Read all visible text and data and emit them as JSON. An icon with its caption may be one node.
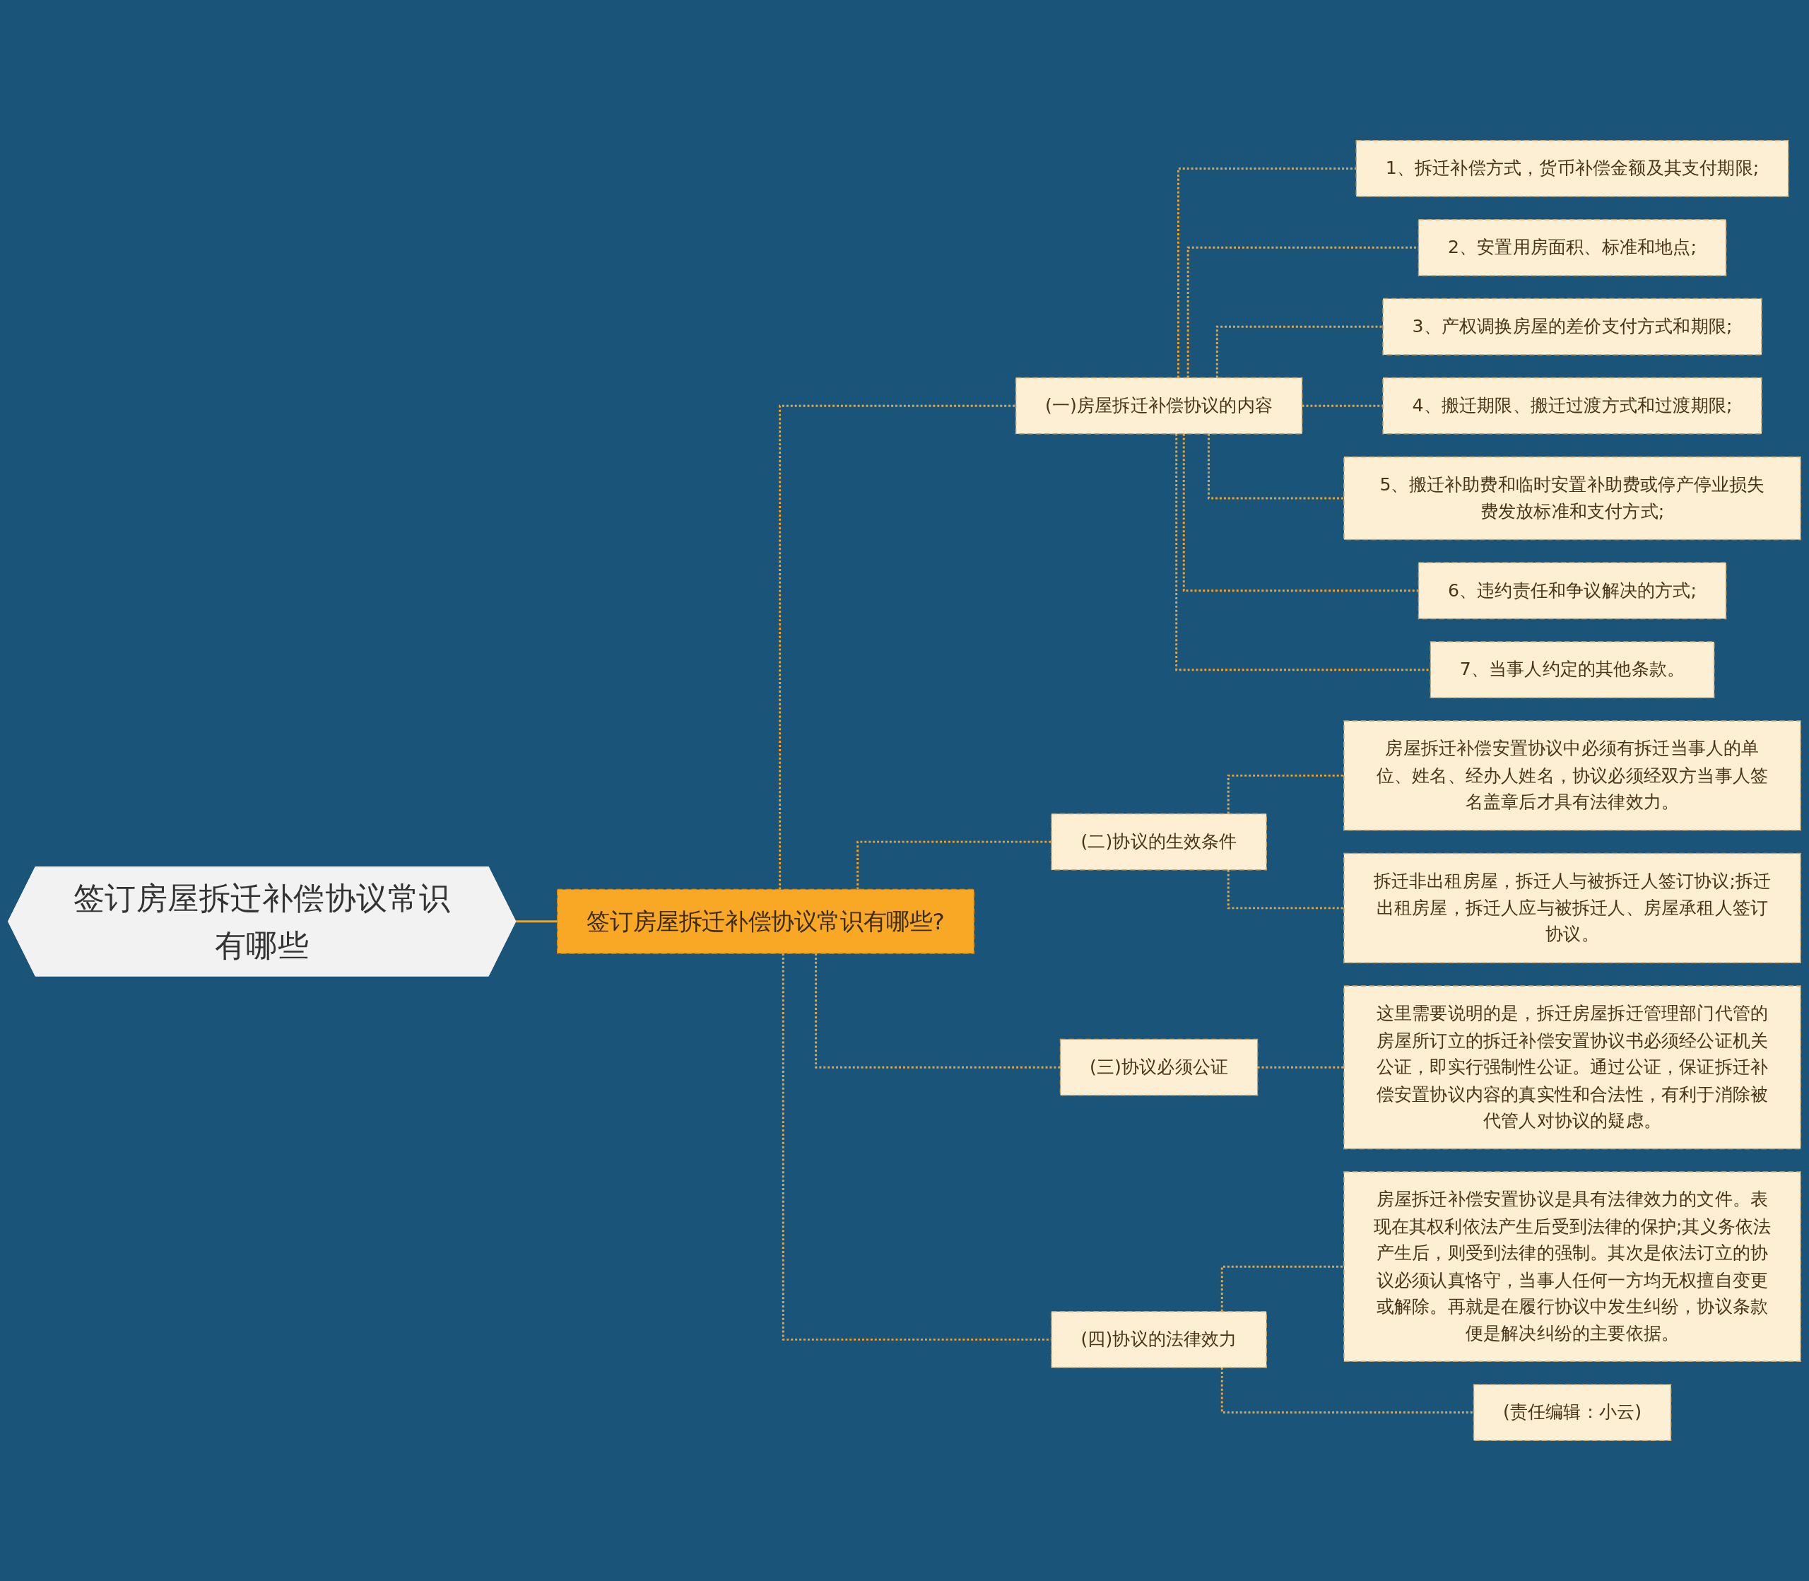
{
  "diagram": {
    "nodes": [
      {
        "text": [
          "签订房屋拆迁补偿协议常识有哪些"
        ]
      },
      {
        "text": [
          "签订房屋拆迁补偿协议常识有哪些?"
        ]
      },
      {
        "text": [
          "(一)房屋拆迁补偿协议的内容"
        ]
      },
      {
        "text": [
          "1、拆迁补偿方式，货币补偿金额及其支付期限;"
        ]
      },
      {
        "text": [
          "2、安置用房面积、标准和地点;"
        ]
      },
      {
        "text": [
          "3、产权调换房屋的差价支付方式和期限;"
        ]
      },
      {
        "text": [
          "4、搬迁期限、搬迁过渡方式和过渡期限;"
        ]
      },
      {
        "text": [
          "5、搬迁补助费和临时安置补助费或停产停业损失费发放标准和支付方式;"
        ]
      },
      {
        "text": [
          "6、违约责任和争议解决的方式;"
        ]
      },
      {
        "text": [
          "7、当事人约定的其他条款。"
        ]
      },
      {
        "text": [
          "(二)协议的生效条件"
        ]
      },
      {
        "text": [
          "房屋拆迁补偿安置协议中必须有拆迁当事人的单位、姓名、经办人姓名，协议必须经双方当事人签名盖章后才具有法律效力。"
        ]
      },
      {
        "text": [
          "拆迁非出租房屋，拆迁人与被拆迁人签订协议;拆迁出租房屋，拆迁人应与被拆迁人、房屋承租人签订协议。"
        ]
      },
      {
        "text": [
          "(三)协议必须公证"
        ]
      },
      {
        "text": [
          "这里需要说明的是，拆迁房屋拆迁管理部门代管的房屋所订立的拆迁补偿安置协议书必须经公证机关公证，即实行强制性公证。通过公证，保证拆迁补偿安置协议内容的真实性和合法性，有利于消除被代管人对协议的疑虑。"
        ]
      },
      {
        "text": [
          "(四)协议的法律效力"
        ]
      },
      {
        "text": [
          "房屋拆迁补偿安置协议是具有法律效力的文件。表现在其权利依法产生后受到法律的保护;其义务依法产生后，则受到法律的强制。其次是依法订立的协议必须认真恪守，当事人任何一方均无权擅自变更或解除。再就是在履行协议中发生纠纷，协议条款便是解决纠纷的主要依据。"
        ]
      },
      {
        "text": [
          "(责任编辑：小云)"
        ]
      }
    ],
    "edges": [
      {
        "from": 0,
        "to": 1,
        "arrow": "none"
      },
      {
        "from": 1,
        "to": 2,
        "arrow": "none",
        "style": "dashed"
      },
      {
        "from": 2,
        "to": 3,
        "arrow": "none",
        "style": "dashed"
      },
      {
        "from": 2,
        "to": 4,
        "arrow": "none",
        "style": "dashed"
      },
      {
        "from": 2,
        "to": 5,
        "arrow": "none",
        "style": "dashed"
      },
      {
        "from": 2,
        "to": 6,
        "arrow": "none",
        "style": "dashed"
      },
      {
        "from": 2,
        "to": 7,
        "arrow": "none",
        "style": "dashed"
      },
      {
        "from": 2,
        "to": 8,
        "arrow": "none",
        "style": "dashed"
      },
      {
        "from": 2,
        "to": 9,
        "arrow": "none",
        "style": "dashed"
      },
      {
        "from": 1,
        "to": 10,
        "arrow": "none",
        "style": "dashed"
      },
      {
        "from": 10,
        "to": 11,
        "arrow": "none",
        "style": "dashed"
      },
      {
        "from": 10,
        "to": 12,
        "arrow": "none",
        "style": "dashed"
      },
      {
        "from": 1,
        "to": 13,
        "arrow": "none",
        "style": "dashed"
      },
      {
        "from": 13,
        "to": 14,
        "arrow": "none",
        "style": "dashed"
      },
      {
        "from": 1,
        "to": 15,
        "arrow": "none",
        "style": "dashed"
      },
      {
        "from": 15,
        "to": 16,
        "arrow": "none",
        "style": "dashed"
      },
      {
        "from": 15,
        "to": 17,
        "arrow": "none",
        "style": "dashed"
      }
    ]
  }
}
